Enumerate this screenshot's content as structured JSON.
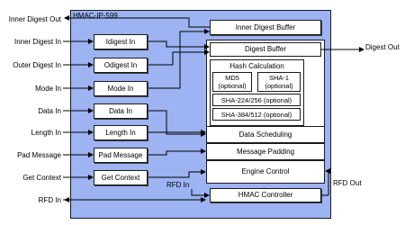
{
  "core": {
    "title": "HMAC-IP-599"
  },
  "inputs": [
    "Inner Digest Out",
    "Inner Digest In",
    "Outer Digest In",
    "Mode In",
    "Data In",
    "Length In",
    "Pad Message",
    "Get Context",
    "RFD In"
  ],
  "outputs": {
    "digest_out": "Digest Out",
    "rfd_out": "RFD Out"
  },
  "blocks": {
    "idigest_in": "Idigest In",
    "odigest_in": "Odigest In",
    "mode_in": "Mode In",
    "data_in": "Data In",
    "length_in": "Length In",
    "pad_message": "Pad Message",
    "get_context": "Get Context",
    "inner_digest_buffer": "Inner Digest Buffer",
    "digest_buffer": "Digest Buffer",
    "hash_calculation": "Hash Calculation",
    "md5": "MD5\n(optional)",
    "sha1": "SHA-1\n(optional)",
    "sha224_256": "SHA-224/256 (optional)",
    "sha384_512": "SHA-384/512 (optional)",
    "data_scheduling": "Data Scheduling",
    "message_padding": "Message Padding",
    "engine_control": "Engine Control",
    "hmac_controller": "HMAC Controller"
  },
  "internal_labels": {
    "rfd_in": "RFD In"
  }
}
